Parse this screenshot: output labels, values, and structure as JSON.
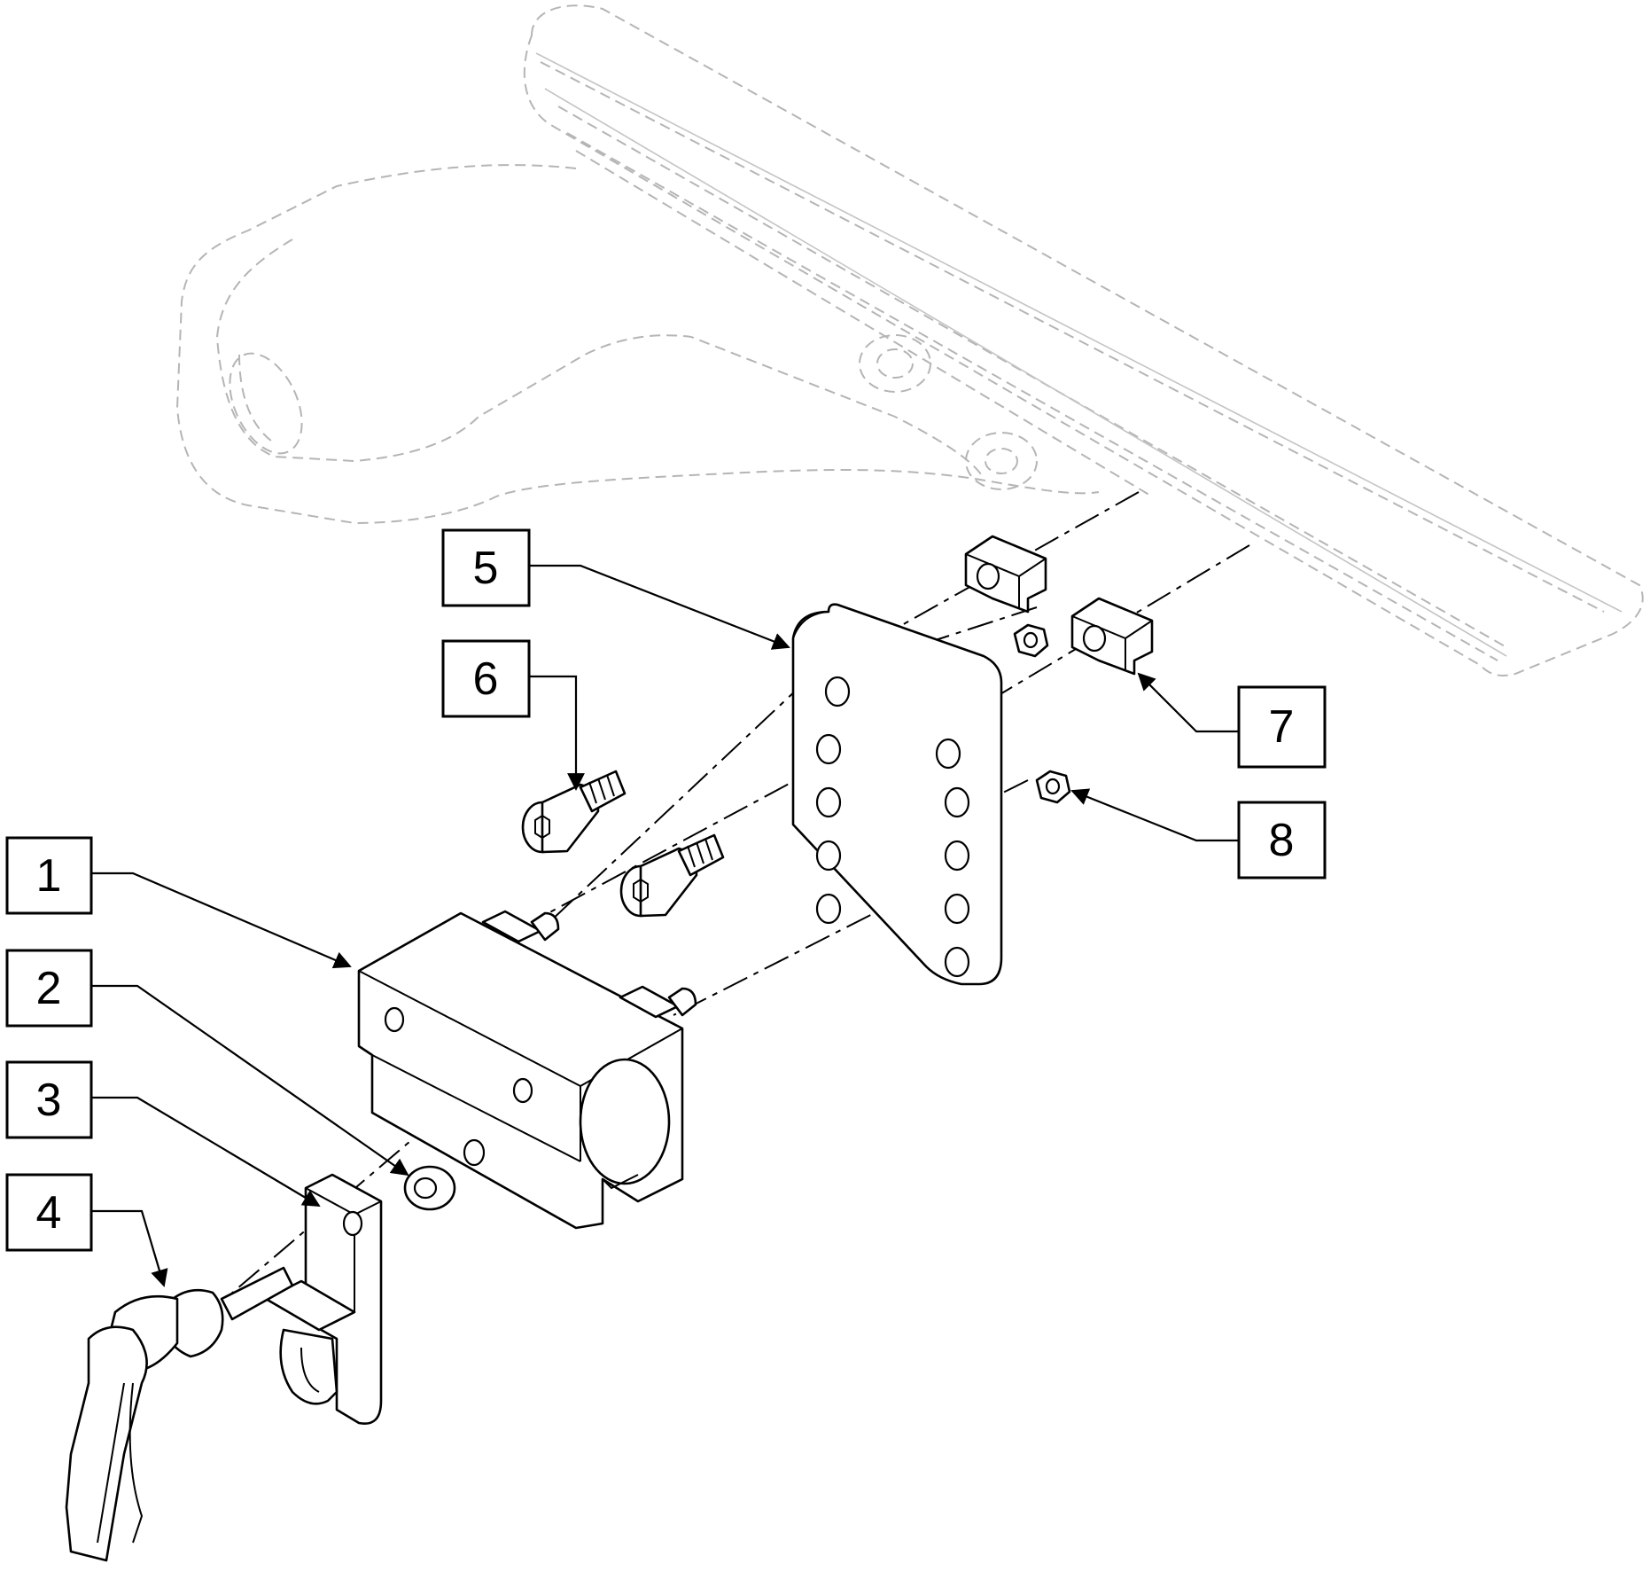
{
  "callouts": [
    {
      "id": "1",
      "label": "1"
    },
    {
      "id": "2",
      "label": "2"
    },
    {
      "id": "3",
      "label": "3"
    },
    {
      "id": "4",
      "label": "4"
    },
    {
      "id": "5",
      "label": "5"
    },
    {
      "id": "6",
      "label": "6"
    },
    {
      "id": "7",
      "label": "7"
    },
    {
      "id": "8",
      "label": "8"
    }
  ],
  "colors": {
    "line": "#000000",
    "ghost": "#b5b5b5",
    "background": "#ffffff"
  }
}
